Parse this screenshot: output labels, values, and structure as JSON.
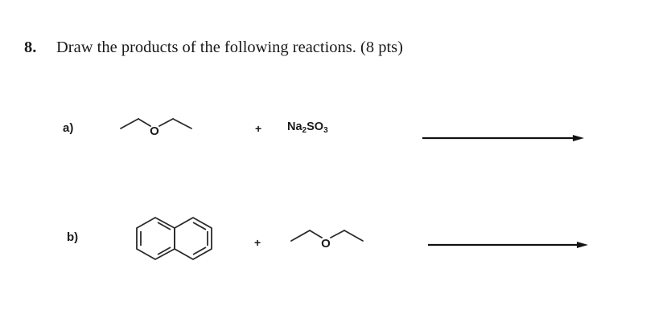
{
  "question": {
    "number": "8.",
    "prompt": "Draw the products of the following reactions. (8 pts)"
  },
  "reactions": [
    {
      "label": "a)",
      "reactant_1": {
        "name": "diethyl ether",
        "atom_label": "O"
      },
      "plus": "+",
      "reactant_2": {
        "formula_parts": [
          "Na",
          "2",
          "SO",
          "3"
        ],
        "formula": "Na2SO3"
      },
      "arrow": "right-arrow",
      "product": ""
    },
    {
      "label": "b)",
      "reactant_1": {
        "name": "naphthalene"
      },
      "plus": "+",
      "reactant_2": {
        "name": "diethyl ether",
        "atom_label": "O"
      },
      "arrow": "right-arrow",
      "product": ""
    }
  ]
}
